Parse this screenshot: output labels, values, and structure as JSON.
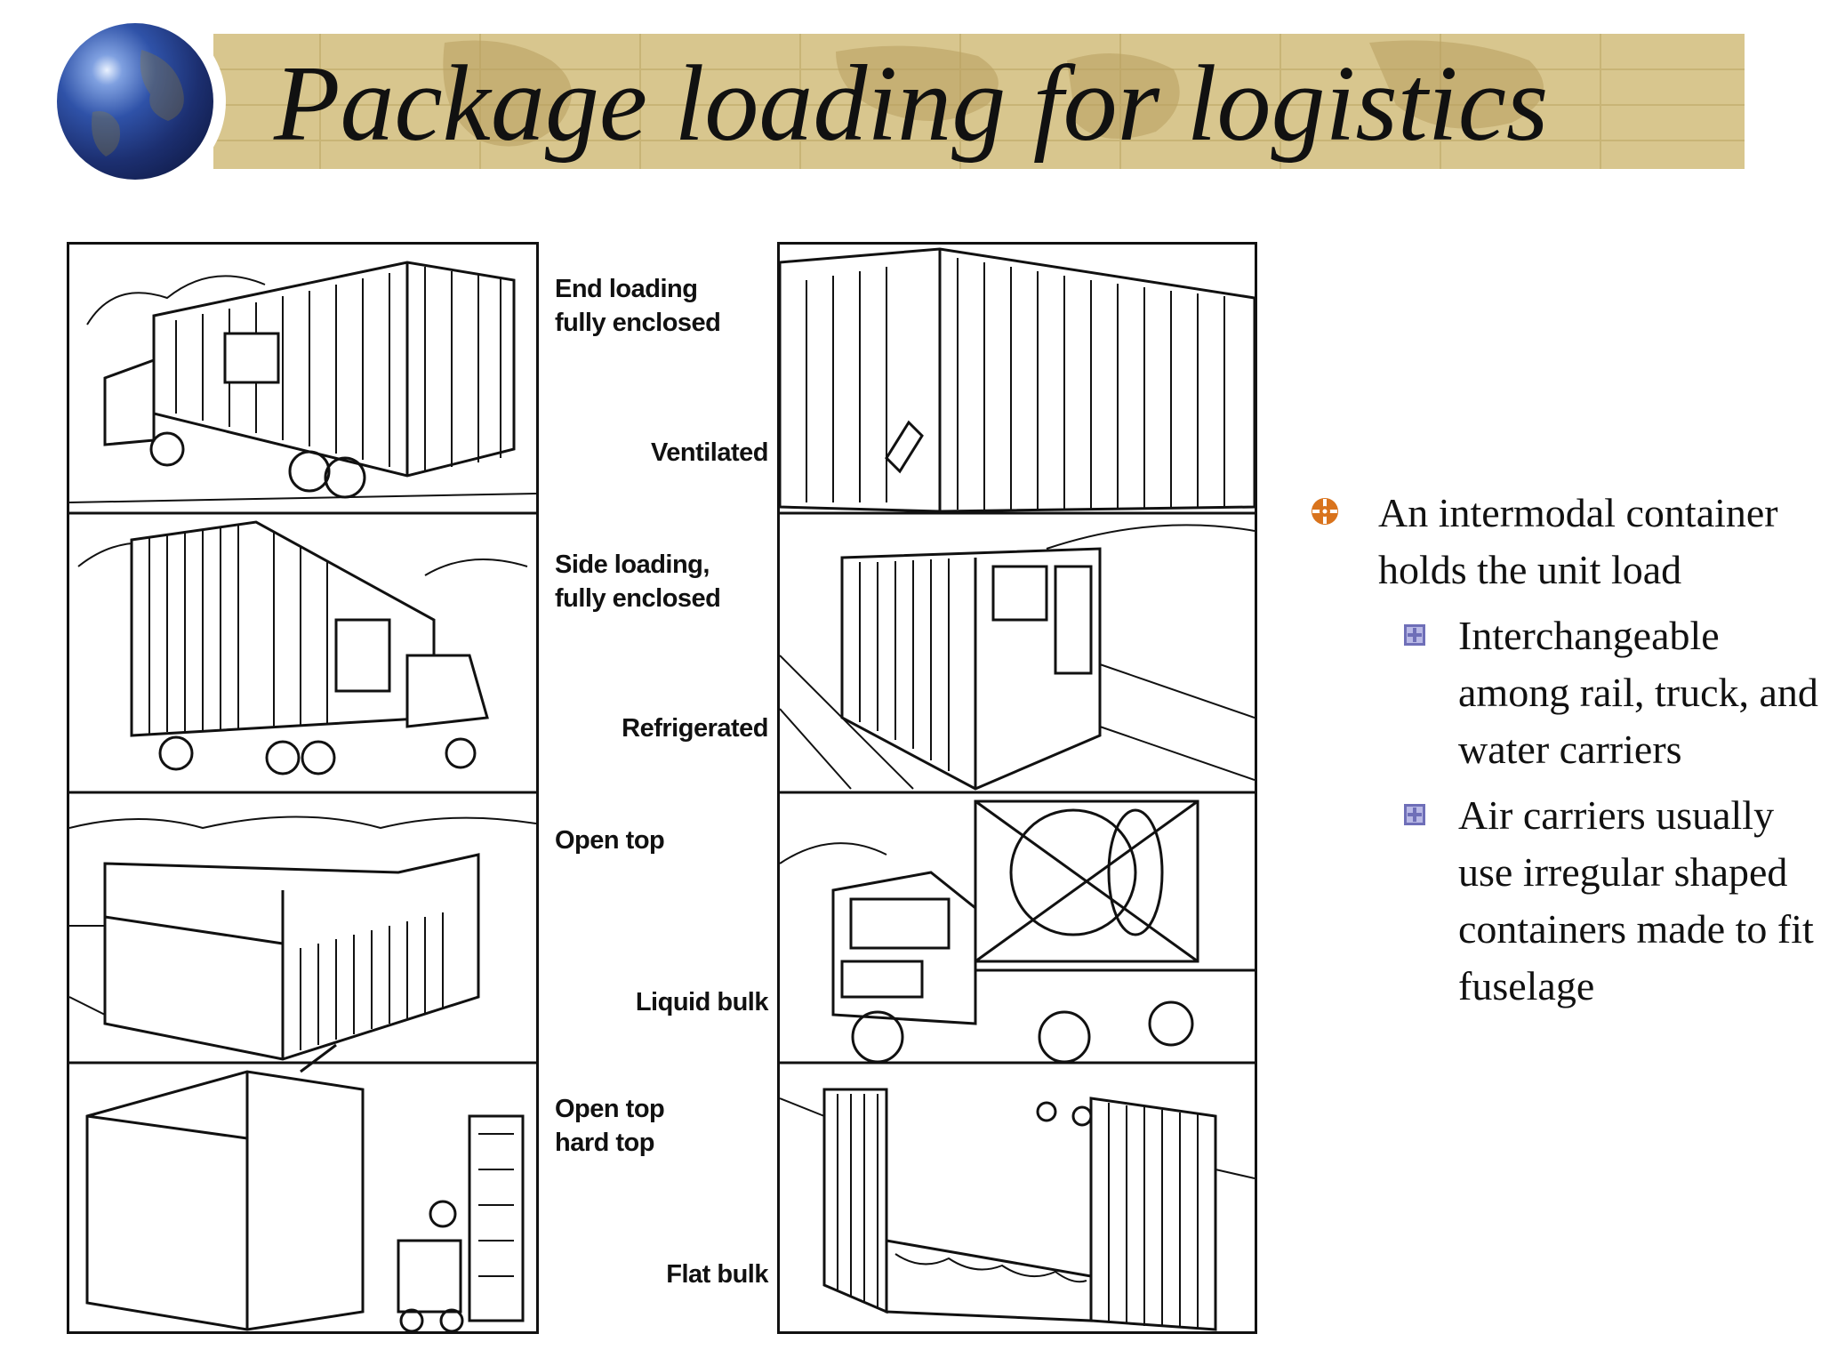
{
  "slide": {
    "title": "Package loading for logistics"
  },
  "illustration": {
    "labels": {
      "end_loading": "End loading\n fully enclosed",
      "ventilated": "Ventilated",
      "side_loading": "Side loading,\n fully enclosed",
      "refrigerated": "Refrigerated",
      "open_top": "Open top",
      "liquid_bulk": "Liquid bulk",
      "open_top_hard_top": "Open top\nhard top",
      "flat_bulk": "Flat bulk"
    }
  },
  "bullets": {
    "main": "An intermodal container holds the unit load",
    "sub": [
      "Interchangeable among rail, truck, and water carriers",
      "Air carriers usually use irregular shaped containers made to fit fuselage"
    ]
  },
  "colors": {
    "banner": "#d8c68e",
    "bullet_main": "#d9731c",
    "bullet_sub": "#6f6fb8"
  },
  "icons": {
    "main_bullet": "target-bullet-icon",
    "sub_bullet": "square-bullet-icon",
    "logo": "globe-icon"
  }
}
